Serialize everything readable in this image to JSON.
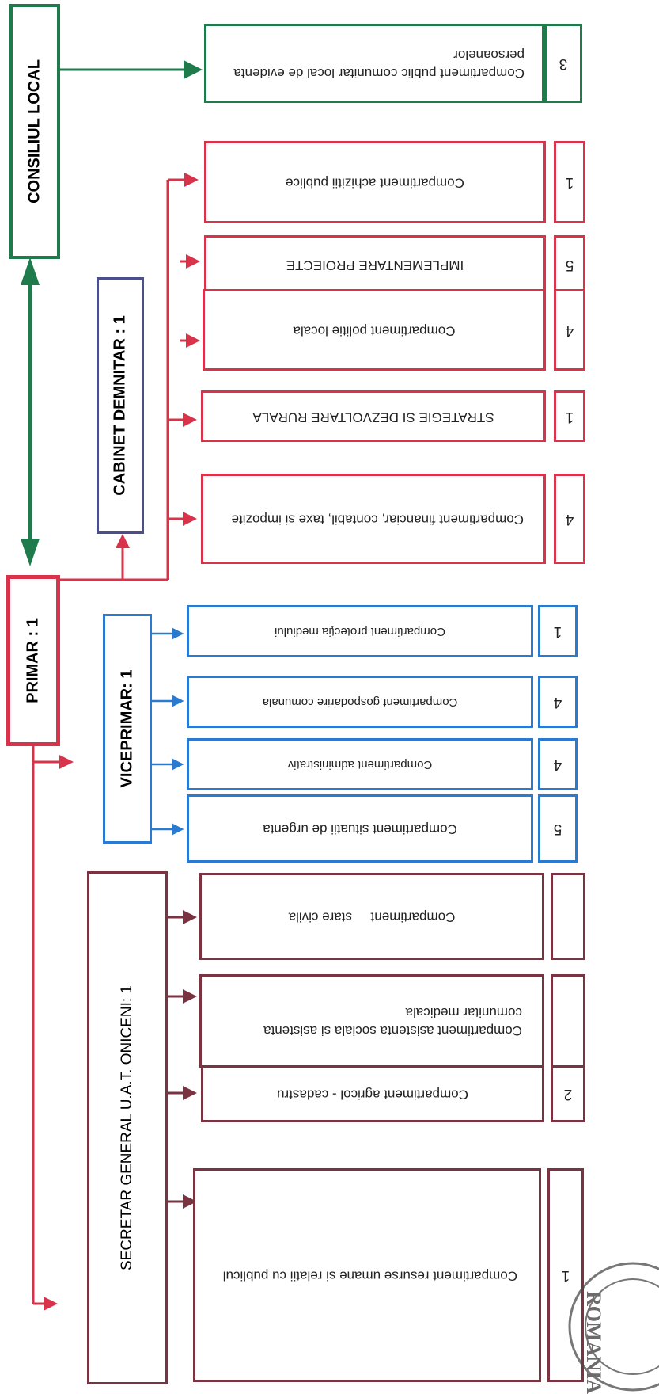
{
  "top": {
    "consiliul": "CONSILIUL LOCAL",
    "primar": "PRIMAR : 1",
    "viceprimar": "VICEPRIMAR: 1",
    "cabinet": "CABINET DEMNITAR : 1",
    "secretar": "SECRETAR GENERAL U.A.T. ONICENI: 1"
  },
  "consiliul_dept": {
    "label": "Compartiment  public comunitar local de evidenta persoanelor",
    "count": "3"
  },
  "primar_depts": [
    {
      "label": "Compartiment achizitii publice",
      "count": "1"
    },
    {
      "label": "IMPLEMENTARE PROIECTE",
      "count": "5"
    },
    {
      "label": "Compartiment politie locala",
      "count": "4"
    },
    {
      "label": "STRATEGIE SI DEZVOLTARE RURALA",
      "count": "1"
    },
    {
      "label": "Compartiment financiar, contabil, taxe si impozite",
      "count": "4"
    }
  ],
  "vice_depts": [
    {
      "label": "Compartiment  protecţia mediului",
      "count": "1"
    },
    {
      "label": "Compartiment gospodarire comunala",
      "count": "4"
    },
    {
      "label": "Compartiment  administrativ",
      "count": "4"
    },
    {
      "label": "Compartiment  situatii de urgenta",
      "count": "5"
    }
  ],
  "secretar_depts": [
    {
      "label": "Compartiment     stare civila",
      "count": ""
    },
    {
      "label": "Compartiment asistenta sociala si asistenta comunitar  medicala",
      "count": ""
    },
    {
      "label": "Compartiment agricol - cadastru",
      "count": "2"
    },
    {
      "label": "Compartiment  resurse umane si relatii cu publicul",
      "count": "1"
    }
  ],
  "stamp_text": "ROMANIA",
  "colors": {
    "green": "#1f7a4c",
    "red": "#d8334a",
    "blue": "#2a7bd0",
    "navy": "#4a4f8a",
    "maroon": "#7a3340"
  }
}
